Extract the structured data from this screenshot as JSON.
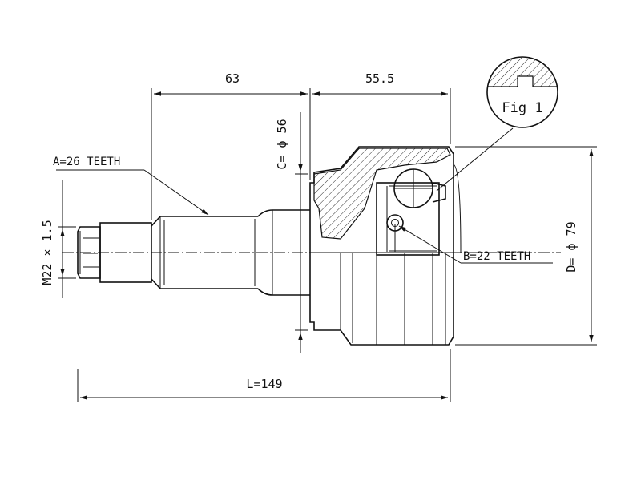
{
  "dimensions": {
    "shaft_length": "63",
    "housing_length": "55.5",
    "total_length": "L=149",
    "seal_diameter": "C= ϕ 56",
    "outer_diameter": "D= ϕ 79",
    "thread": "M22 × 1.5"
  },
  "callouts": {
    "outer_spline": "A=26 TEETH",
    "inner_spline": "B=22 TEETH",
    "detail": "Fig 1"
  },
  "colors": {
    "line": "#111111",
    "background": "#ffffff"
  }
}
